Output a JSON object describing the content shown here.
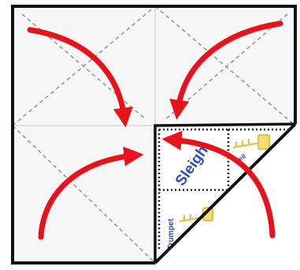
{
  "colors": {
    "background": "#ffffff",
    "paper": "#f6f6f6",
    "fold_line": "#999999",
    "arrow": "#e8121c",
    "outline": "#111111",
    "dotted_border": "#222222",
    "word_blue": "#2a4fb8",
    "picture_yellow": "#e3c24a"
  },
  "arrows": {
    "count": 4,
    "directions": [
      "top-left-to-center",
      "top-right-to-center",
      "bottom-left-to-center",
      "bottom-right-to-center"
    ]
  },
  "labels": {
    "main_word": "Sleigh",
    "side_word": "Trumpet",
    "small_word": "Bell"
  }
}
